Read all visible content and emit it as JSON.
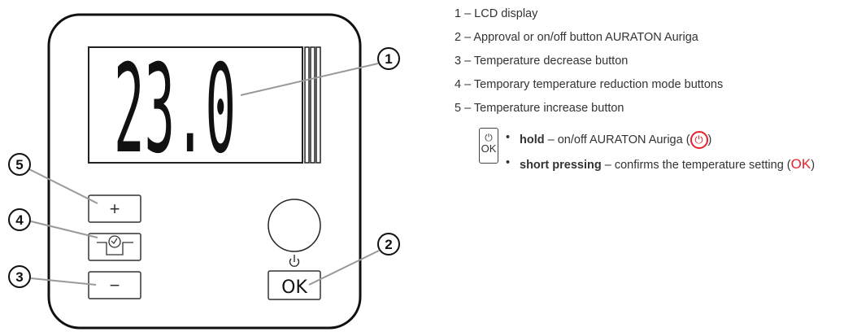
{
  "display": {
    "value": "23.0"
  },
  "buttons": {
    "plus": "+",
    "minus": "−",
    "ok": "OK"
  },
  "callouts": [
    "1",
    "2",
    "3",
    "4",
    "5"
  ],
  "legend": [
    {
      "n": "1",
      "text": "1 – LCD display"
    },
    {
      "n": "2",
      "text": "2 – Approval or on/off button AURATON Auriga"
    },
    {
      "n": "3",
      "text": "3 – Temperature decrease button"
    },
    {
      "n": "4",
      "text": "4 – Temporary temperature reduction mode buttons"
    },
    {
      "n": "5",
      "text": "5 – Temperature increase button"
    }
  ],
  "ok_icon": {
    "power": "⏻",
    "label": "OK"
  },
  "notes": [
    {
      "bold": "hold",
      "text": " – on/off AURATON Auriga (",
      "symbol": "⏻",
      "end": ")"
    },
    {
      "bold": "short pressing",
      "text": " – confirms the temperature setting (",
      "symbol": "OK",
      "end": ")"
    }
  ],
  "colors": {
    "accent": "#e8202a",
    "leader": "#999999"
  }
}
